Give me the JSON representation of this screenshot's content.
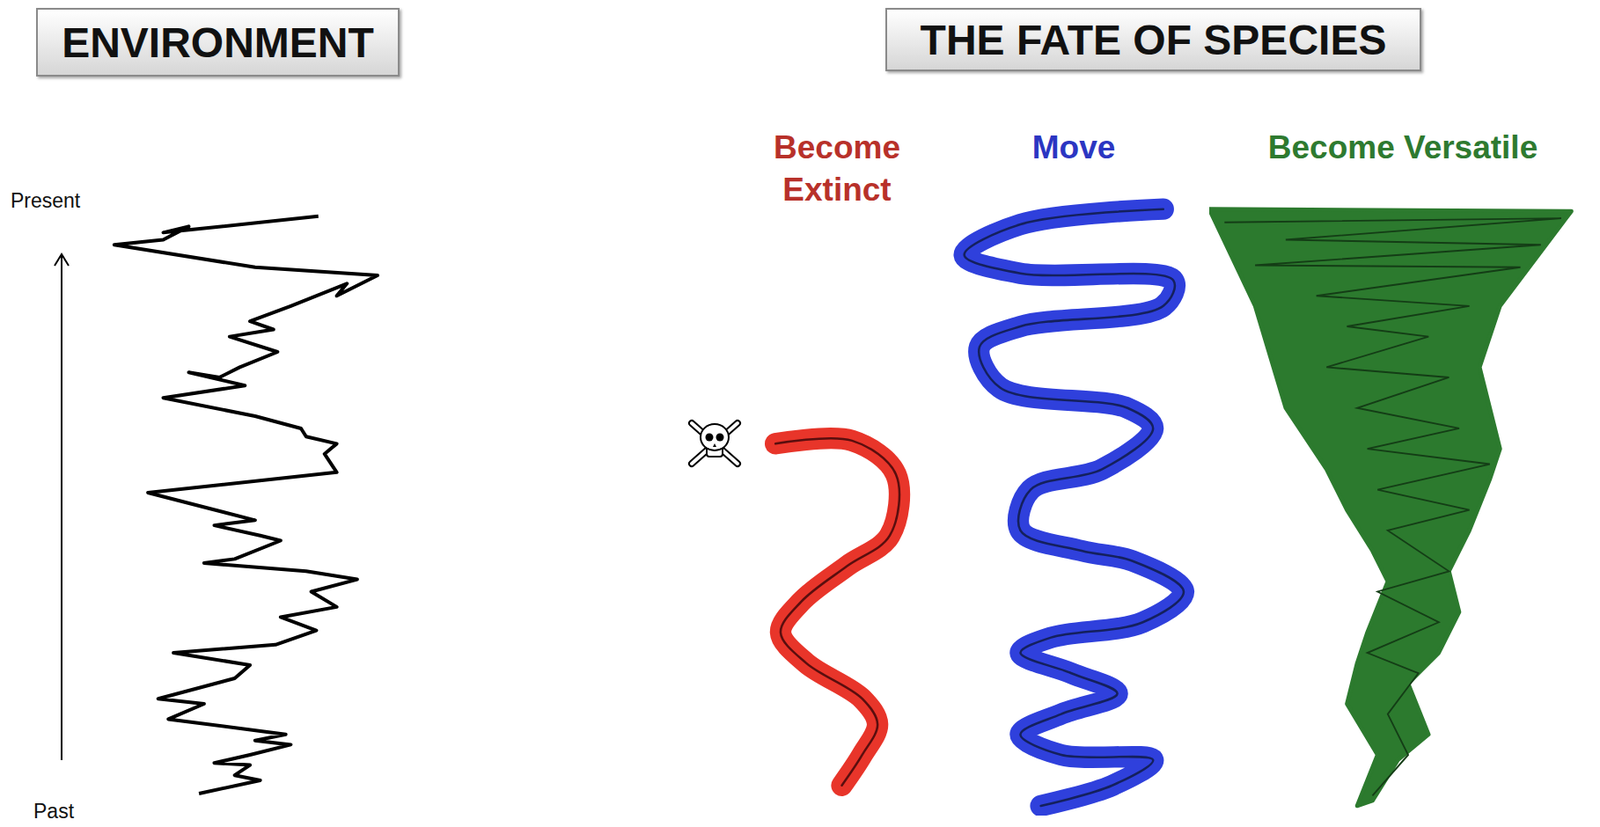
{
  "diagram": {
    "nodes": [
      {
        "text": [
          "ENVIRONMENT"
        ]
      },
      {
        "text": [
          "THE FATE OF SPECIES"
        ]
      },
      {
        "text": [
          "Become Extinct"
        ]
      },
      {
        "text": [
          "Move"
        ]
      },
      {
        "text": [
          "Become Versatile"
        ]
      }
    ],
    "labels": [
      "Present",
      "Past"
    ]
  }
}
